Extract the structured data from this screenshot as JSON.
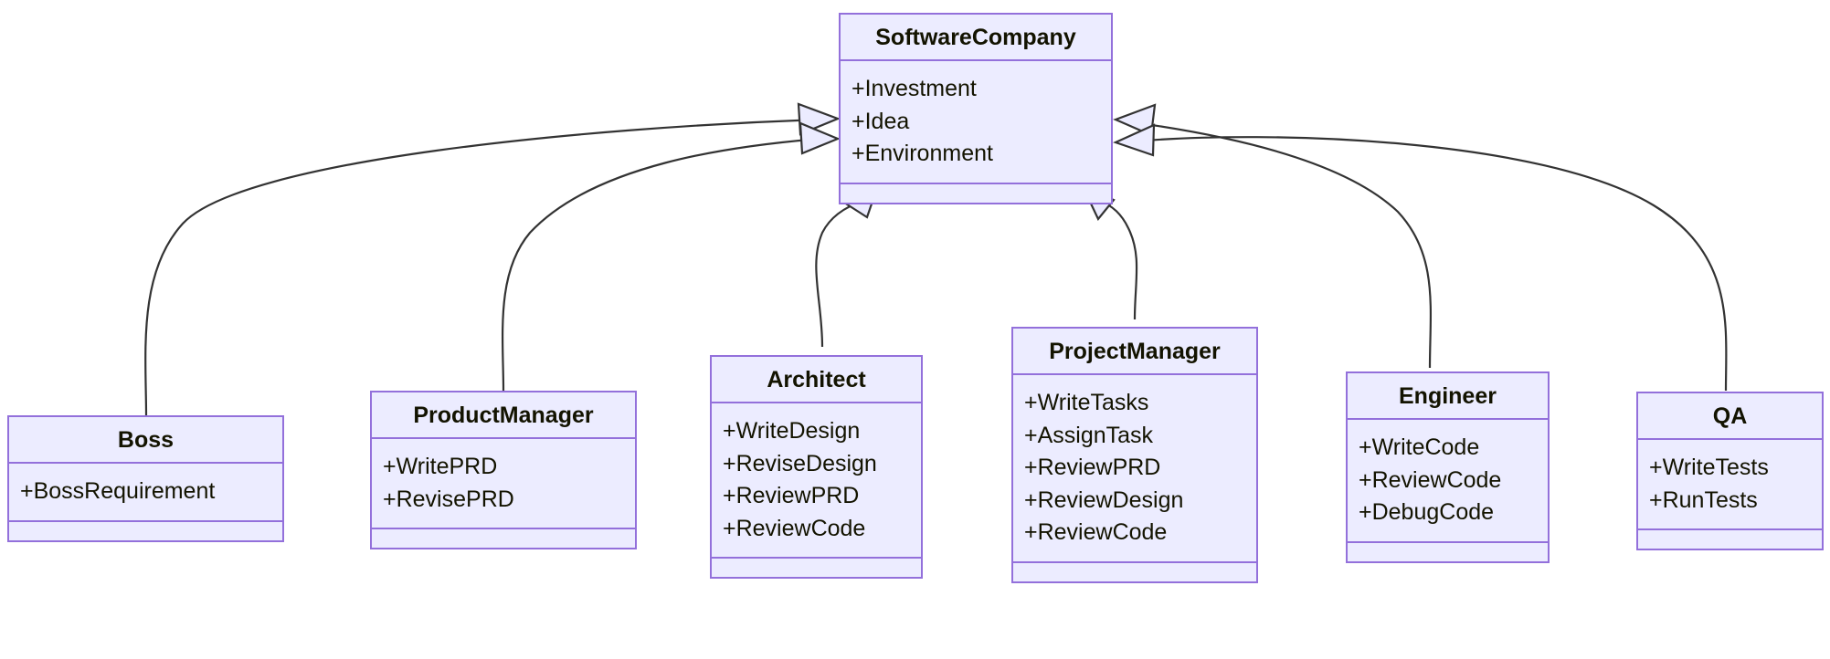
{
  "diagram": {
    "type": "uml-class-diagram",
    "title": "",
    "background_color": "#FFFFFF",
    "node_fill_color": "#ECECFF",
    "node_border_color": "#9370DB",
    "edge_color": "#333333",
    "text_color": "#131300",
    "relationship_type": "generalization",
    "classes": [
      {
        "id": "SoftwareCompany",
        "name": "SoftwareCompany",
        "attributes": [
          "+Investment",
          "+Idea",
          "+Environment"
        ],
        "methods": []
      },
      {
        "id": "Boss",
        "name": "Boss",
        "attributes": [
          "+BossRequirement"
        ],
        "methods": []
      },
      {
        "id": "ProductManager",
        "name": "ProductManager",
        "attributes": [
          "+WritePRD",
          "+RevisePRD"
        ],
        "methods": []
      },
      {
        "id": "Architect",
        "name": "Architect",
        "attributes": [
          "+WriteDesign",
          "+ReviseDesign",
          "+ReviewPRD",
          "+ReviewCode"
        ],
        "methods": []
      },
      {
        "id": "ProjectManager",
        "name": "ProjectManager",
        "attributes": [
          "+WriteTasks",
          "+AssignTask",
          "+ReviewPRD",
          "+ReviewDesign",
          "+ReviewCode"
        ],
        "methods": []
      },
      {
        "id": "Engineer",
        "name": "Engineer",
        "attributes": [
          "+WriteCode",
          "+ReviewCode",
          "+DebugCode"
        ],
        "methods": []
      },
      {
        "id": "QA",
        "name": "QA",
        "attributes": [
          "+WriteTests",
          "+RunTests"
        ],
        "methods": []
      }
    ],
    "relationships": [
      {
        "from": "Boss",
        "to": "SoftwareCompany",
        "kind": "inheritance"
      },
      {
        "from": "ProductManager",
        "to": "SoftwareCompany",
        "kind": "inheritance"
      },
      {
        "from": "Architect",
        "to": "SoftwareCompany",
        "kind": "inheritance"
      },
      {
        "from": "ProjectManager",
        "to": "SoftwareCompany",
        "kind": "inheritance"
      },
      {
        "from": "Engineer",
        "to": "SoftwareCompany",
        "kind": "inheritance"
      },
      {
        "from": "QA",
        "to": "SoftwareCompany",
        "kind": "inheritance"
      }
    ]
  }
}
